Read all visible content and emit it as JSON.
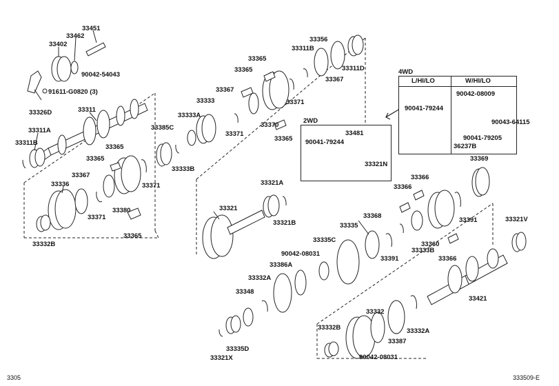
{
  "diagram": {
    "footer_left": "3305",
    "footer_right": "333509-E",
    "variant_4wd": {
      "title": "4WD",
      "col1": "L/HI/LO",
      "col2": "W/HI/LO",
      "parts": [
        "90041-79244",
        "90042-08009",
        "90043-64115",
        "90041-79205",
        "36237B"
      ]
    },
    "variant_2wd": {
      "title": "2WD",
      "parts": [
        "33481",
        "90041-79244",
        "33321N"
      ]
    },
    "part_labels": [
      "33451",
      "33462",
      "33402",
      "90042-54043",
      "91611-G0820 (3)",
      "33326D",
      "33311",
      "33311A",
      "33311B",
      "33365",
      "33367",
      "33336",
      "33371",
      "33380",
      "33332B",
      "33385C",
      "33333B",
      "33333A",
      "33333",
      "33371",
      "33356",
      "33311B",
      "33365",
      "33367",
      "33311D",
      "33370",
      "33365",
      "33321A",
      "33321",
      "33321B",
      "33369",
      "33366",
      "33368",
      "33335",
      "33335C",
      "90042-08031",
      "33391",
      "33333B",
      "33360",
      "33321V",
      "33366",
      "33386A",
      "33332A",
      "33348",
      "33421",
      "33332",
      "33387",
      "33332A",
      "33332B",
      "33335D",
      "33321X",
      "90042-08031",
      "33366",
      "33365",
      "33365",
      "33371"
    ]
  }
}
